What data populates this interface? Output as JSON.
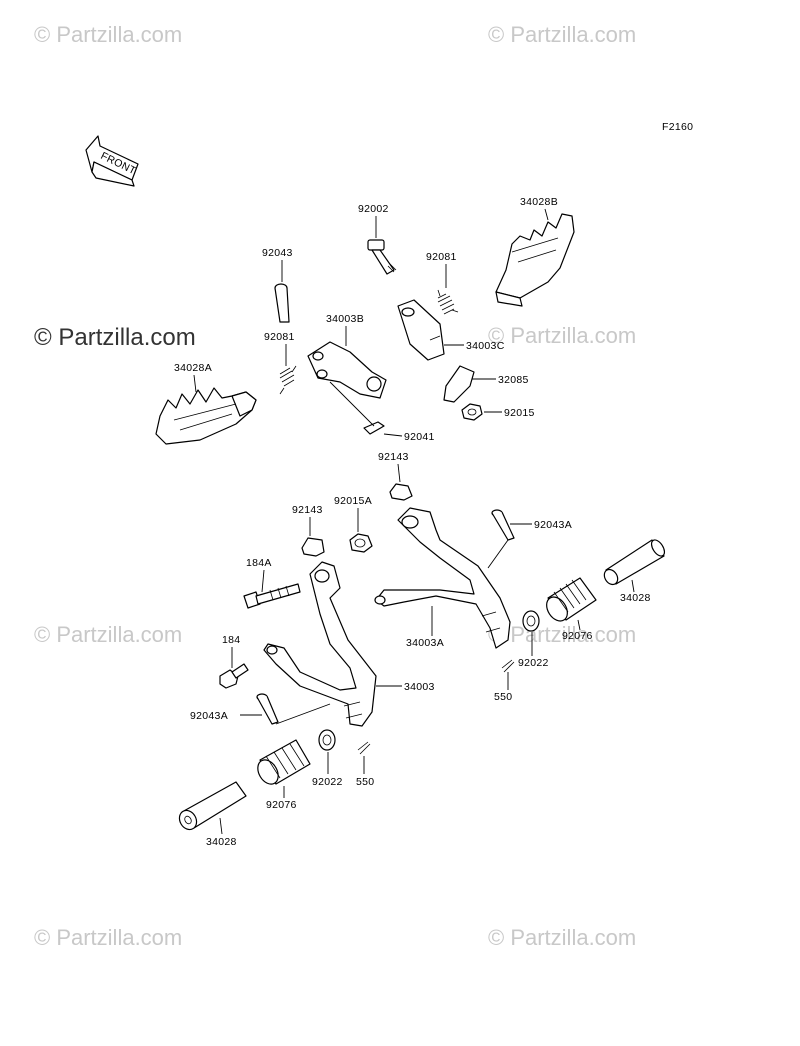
{
  "watermark": "© Partzilla.com",
  "figure_id": "F2160",
  "front_label": "FRONT",
  "labels": {
    "p92002": "92002",
    "p34028B": "34028B",
    "p92043_top": "92043",
    "p92081_top": "92081",
    "p34003B": "34003B",
    "p34003C": "34003C",
    "p92081_left": "92081",
    "p34028A": "34028A",
    "p32085": "32085",
    "p92015": "92015",
    "p92041": "92041",
    "p92143_top": "92143",
    "p92143_left": "92143",
    "p92015A": "92015A",
    "p92043A_right": "92043A",
    "p184A": "184A",
    "p34028_right": "34028",
    "p34003A": "34003A",
    "p92076_right": "92076",
    "p184": "184",
    "p92022_right": "92022",
    "p34003": "34003",
    "p550_right": "550",
    "p92043A_left": "92043A",
    "p92022_left": "92022",
    "p550_left": "550",
    "p92076_left": "92076",
    "p34028_left": "34028"
  }
}
